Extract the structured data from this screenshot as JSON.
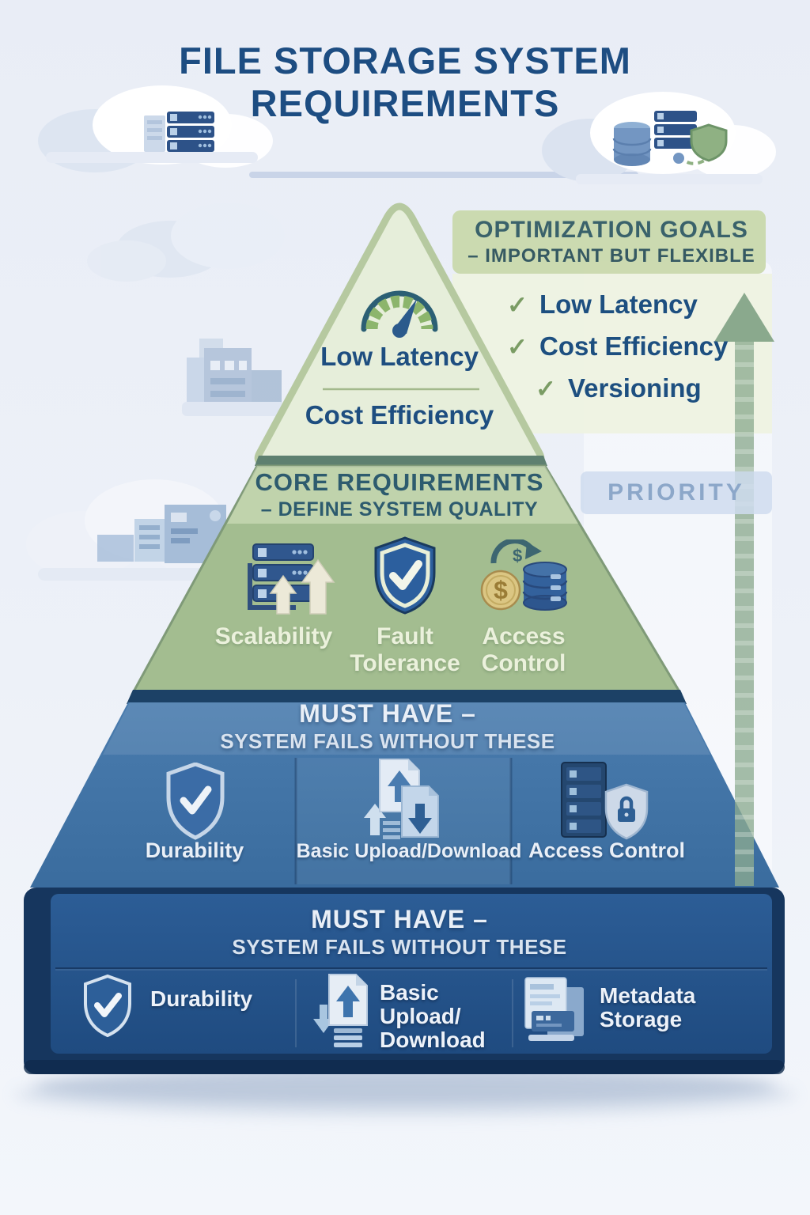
{
  "title": {
    "line1": "FILE STORAGE SYSTEM",
    "line2": "REQUIREMENTS"
  },
  "optimization_panel": {
    "heading": "OPTIMIZATION GOALS",
    "subheading": "– IMPORTANT BUT FLEXIBLE",
    "check_glyph": "✓",
    "items": [
      {
        "label": "Low Latency"
      },
      {
        "label": "Cost Efficiency"
      },
      {
        "label": "Versioning"
      }
    ]
  },
  "priority": {
    "label": "PRIORITY"
  },
  "pyramid": {
    "optimization_tier": {
      "icon": "gauge-icon",
      "line1": "Low Latency",
      "line2": "Cost Efficiency"
    },
    "core_tier": {
      "heading": "CORE REQUIREMENTS",
      "subheading": "– DEFINE SYSTEM QUALITY",
      "items": [
        {
          "label": "Scalability",
          "icon": "server-growth-icon"
        },
        {
          "label": "Fault Tolerance",
          "icon": "shield-check-icon"
        },
        {
          "label": "Access Control",
          "icon": "coin-database-icon"
        }
      ]
    },
    "must_have_tier": {
      "heading": "MUST HAVE –",
      "subheading": "SYSTEM FAILS WITHOUT THESE",
      "items": [
        {
          "label": "Durability",
          "icon": "shield-check-icon"
        },
        {
          "label": "Basic Upload/Download",
          "icon": "document-arrows-icon"
        },
        {
          "label": "Access Control",
          "icon": "server-lock-icon"
        }
      ]
    },
    "base_tier": {
      "heading": "MUST HAVE –",
      "subheading": "SYSTEM FAILS WITHOUT THESE",
      "items": [
        {
          "label": "Durability",
          "icon": "shield-check-icon"
        },
        {
          "label": "Basic Upload/ Download",
          "icon": "document-arrows-icon"
        },
        {
          "label": "Metadata Storage",
          "icon": "metadata-cards-icon"
        }
      ]
    }
  },
  "decorations": {
    "top_left_cloud_icon": "cloud-server-stack-icon",
    "top_right_cloud_icon": "cloud-database-shield-icon",
    "arrow_icon": "priority-up-arrow-icon"
  },
  "colors": {
    "title_navy": "#1d4d82",
    "tier_top_green": "#e6eeda",
    "tier_core_green": "#a3bd90",
    "tier_must_blue": "#4478ac",
    "tier_base_navy": "#1e4a7e",
    "check_green": "#7a9c64",
    "priority_blue": "#8ca7c9",
    "arrow_green": "#8cab8f"
  }
}
